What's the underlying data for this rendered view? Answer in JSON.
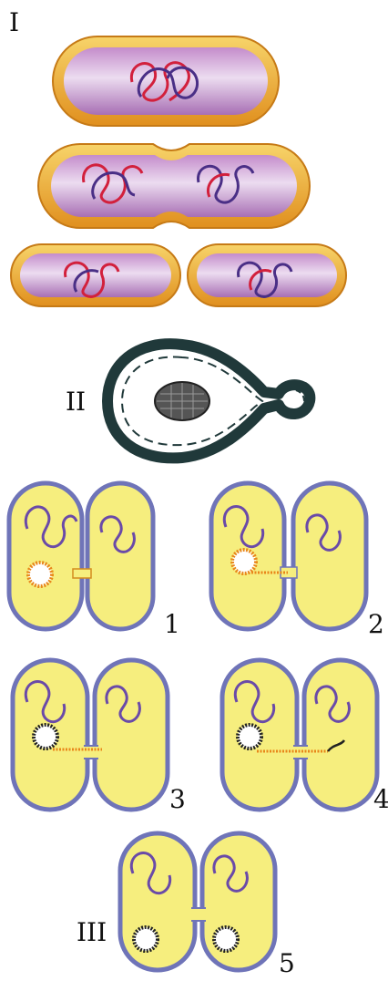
{
  "labels": {
    "section_1": "I",
    "section_2": "II",
    "section_3": "III",
    "step_1": "1",
    "step_2": "2",
    "step_3": "3",
    "step_4": "4",
    "step_5": "5"
  },
  "colors": {
    "cell_wall": "#e9a12a",
    "cell_wall_light": "#f7d46a",
    "cytoplasm": "#b97dc0",
    "cytoplasm_light": "#e9d6ee",
    "dna_red": "#d2203c",
    "dna_blue": "#4a2f86",
    "yeast_wall": "#20393a",
    "nucleus": "#333333",
    "conj_cell_fill": "#f6ee7e",
    "conj_cell_edge": "#6f74b8",
    "chromosome": "#6a4aa8",
    "plasmid": "#e8861a"
  }
}
